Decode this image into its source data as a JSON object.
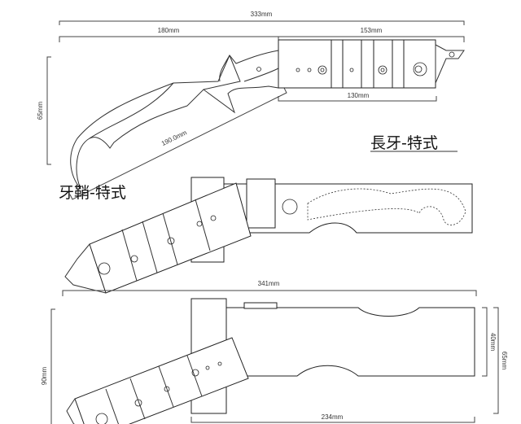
{
  "drawing": {
    "blade": {
      "title": "長牙-特式",
      "dim_total_length": "333mm",
      "dim_blade_length": "180mm",
      "dim_handle_length": "153mm",
      "dim_grip_length": "130mm",
      "dim_height": "65mm",
      "dim_edge_length": "190.0mm"
    },
    "sheath": {
      "title": "牙鞘-特式",
      "dim_total_length": "341mm",
      "dim_height_total": "90mm",
      "dim_body_length": "234mm",
      "dim_body_width": "40mm",
      "dim_width_total": "65mm"
    }
  }
}
